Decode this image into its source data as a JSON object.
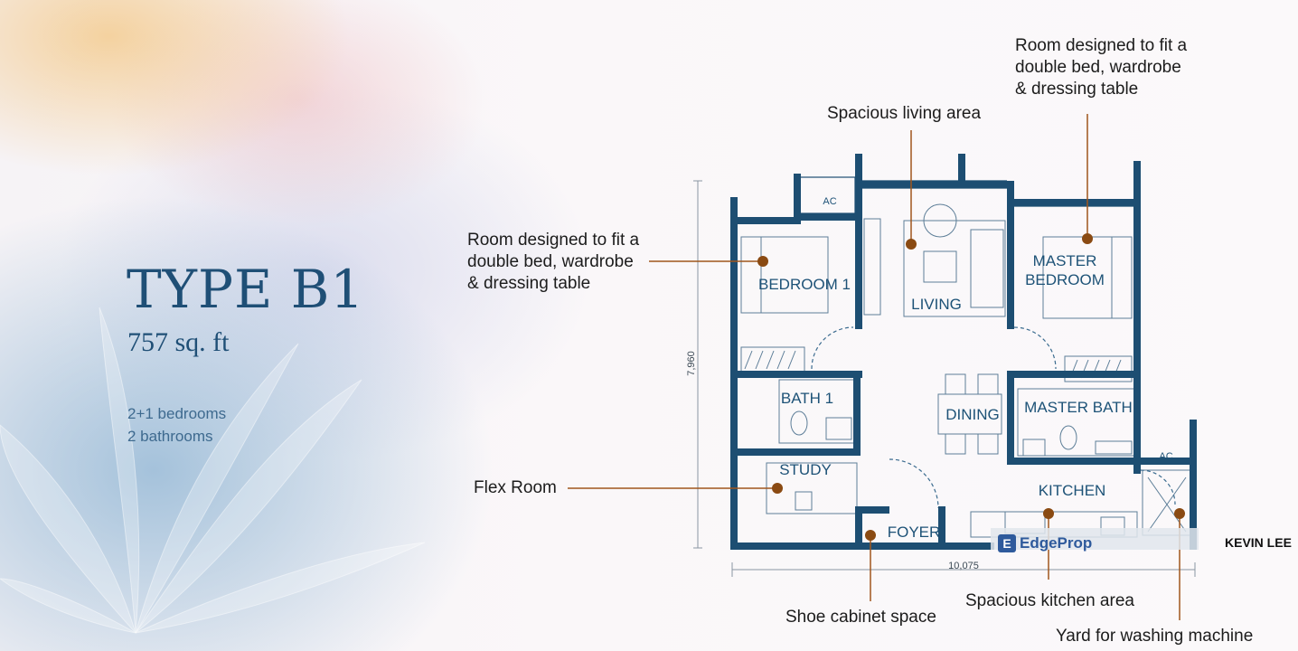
{
  "unit": {
    "type_name": "TYPE B1",
    "area": "757 sq. ft",
    "bedrooms": "2+1 bedrooms",
    "bathrooms": "2 bathrooms"
  },
  "rooms": {
    "ac_left": "AC",
    "bedroom1": "BEDROOM 1",
    "living": "LIVING",
    "master_bedroom_line1": "MASTER",
    "master_bedroom_line2": "BEDROOM",
    "bath1": "BATH 1",
    "dining": "DINING",
    "master_bath": "MASTER BATH",
    "ac_right": "AC",
    "study": "STUDY",
    "kitchen": "KITCHEN",
    "foyer": "FOYER"
  },
  "dimensions": {
    "depth": "7,960",
    "width": "10,075"
  },
  "callouts": {
    "master_bedroom": [
      "Room designed to fit a",
      "double bed, wardrobe",
      "& dressing table"
    ],
    "living": "Spacious living area",
    "bedroom1": [
      "Room designed to fit a",
      "double bed, wardrobe",
      "& dressing table"
    ],
    "study": "Flex Room",
    "foyer": "Shoe cabinet space",
    "kitchen": "Spacious kitchen area",
    "yard": "Yard for washing machine"
  },
  "branding": {
    "logo_text": "EdgeProp",
    "logo_icon": "edgeprop-logo-icon",
    "agent": "KEVIN LEE"
  },
  "colors": {
    "wall": "#1d4e72",
    "text": "#1f4f76",
    "callout_line": "#a0561c",
    "callout_dot": "#8a4a12"
  }
}
